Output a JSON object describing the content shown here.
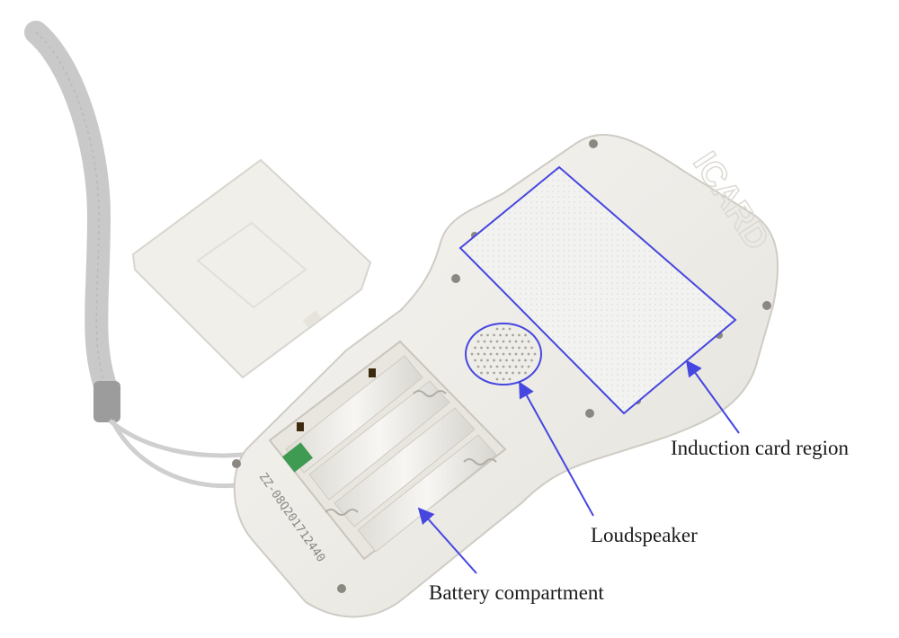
{
  "annotations": {
    "induction_card_region": "Induction card region",
    "loudspeaker": "Loudspeaker",
    "battery_compartment": "Battery compartment"
  },
  "device": {
    "serial_label": "ZZ-08Q201712440",
    "top_stamp": "ICARD"
  },
  "colors": {
    "annotation": "#4646e0",
    "body": "#efede8",
    "strap": "#c9c9c9"
  }
}
